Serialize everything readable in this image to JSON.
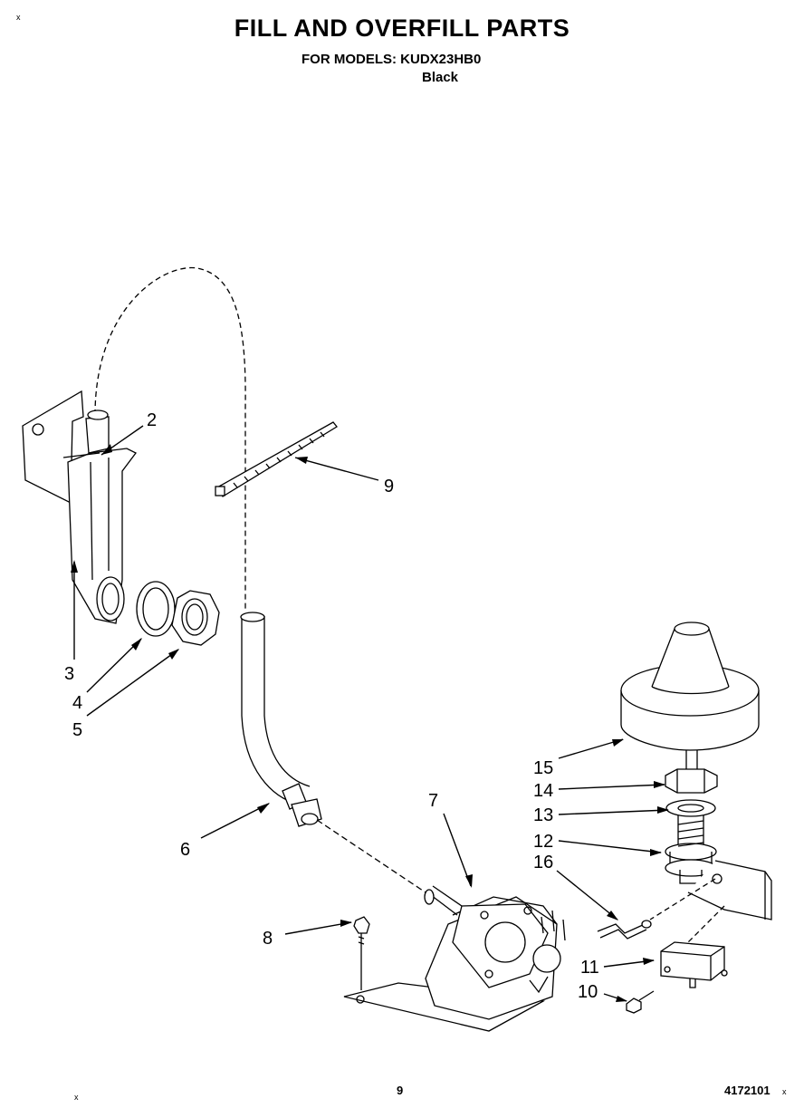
{
  "header": {
    "title": "FILL AND OVERFILL PARTS",
    "models_line": "FOR MODELS: KUDX23HB0",
    "color": "Black"
  },
  "corner_marks": {
    "top_left": "x",
    "bottom_left": "x",
    "bottom_right": "x"
  },
  "callouts": {
    "c2": "2",
    "c3": "3",
    "c4": "4",
    "c5": "5",
    "c6": "6",
    "c7": "7",
    "c8": "8",
    "c9": "9",
    "c10": "10",
    "c11": "11",
    "c12": "12",
    "c13": "13",
    "c14": "14",
    "c15": "15",
    "c16": "16"
  },
  "footer": {
    "page": "9",
    "doc_number": "4172101"
  }
}
